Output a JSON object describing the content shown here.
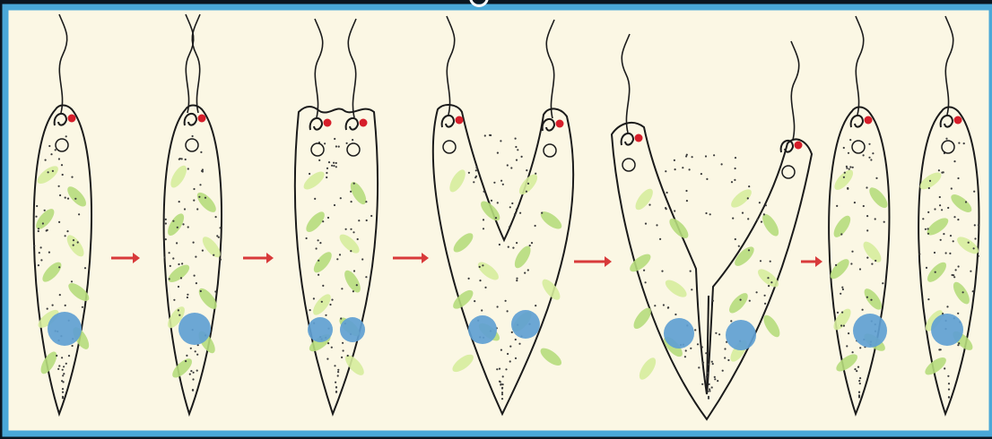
{
  "figure": {
    "subject": "euglena-longitudinal-binary-fission",
    "stages": [
      {
        "id": "stage-1",
        "cells": 1,
        "nuclei": 1,
        "flagella": 1
      },
      {
        "id": "stage-2",
        "cells": 1,
        "nuclei": 1,
        "flagella": 2
      },
      {
        "id": "stage-3",
        "cells": 1,
        "nuclei": 2,
        "flagella": 2
      },
      {
        "id": "stage-4",
        "cells": 1,
        "nuclei": 2,
        "flagella": 2,
        "split": "partial"
      },
      {
        "id": "stage-5",
        "cells": 1,
        "nuclei": 2,
        "flagella": 2,
        "split": "deep"
      },
      {
        "id": "stage-6",
        "cells": 2,
        "nuclei": 2,
        "flagella": 2
      }
    ],
    "arrows": 5
  },
  "colors": {
    "background": "#fbf7e4",
    "frame": "#4aa8d8",
    "cell_outline": "#1b1b1b",
    "chloroplast": "#b6dc7c",
    "chloroplast_light": "#d6ec9c",
    "nucleus": "#5f9fd2",
    "eyespot": "#d61e2a",
    "arrow": "#d83a3a",
    "dots": "#3b3b3b"
  },
  "icons": {
    "eyespot": "red-dot-icon",
    "arrow": "right-arrow-icon"
  }
}
